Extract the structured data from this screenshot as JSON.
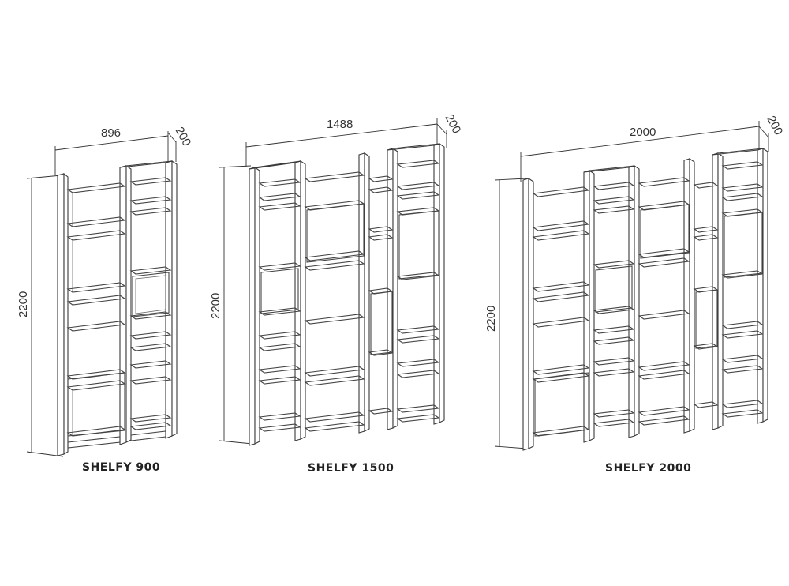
{
  "figures": [
    {
      "id": "shelfy-900",
      "name": "SHELFY 900",
      "width_label": "896",
      "depth_label": "200",
      "height_label": "2200"
    },
    {
      "id": "shelfy-1500",
      "name": "SHELFY 1500",
      "width_label": "1488",
      "depth_label": "200",
      "height_label": "2200"
    },
    {
      "id": "shelfy-2000",
      "name": "SHELFY 2000",
      "width_label": "2000",
      "depth_label": "200",
      "height_label": "2200"
    }
  ]
}
